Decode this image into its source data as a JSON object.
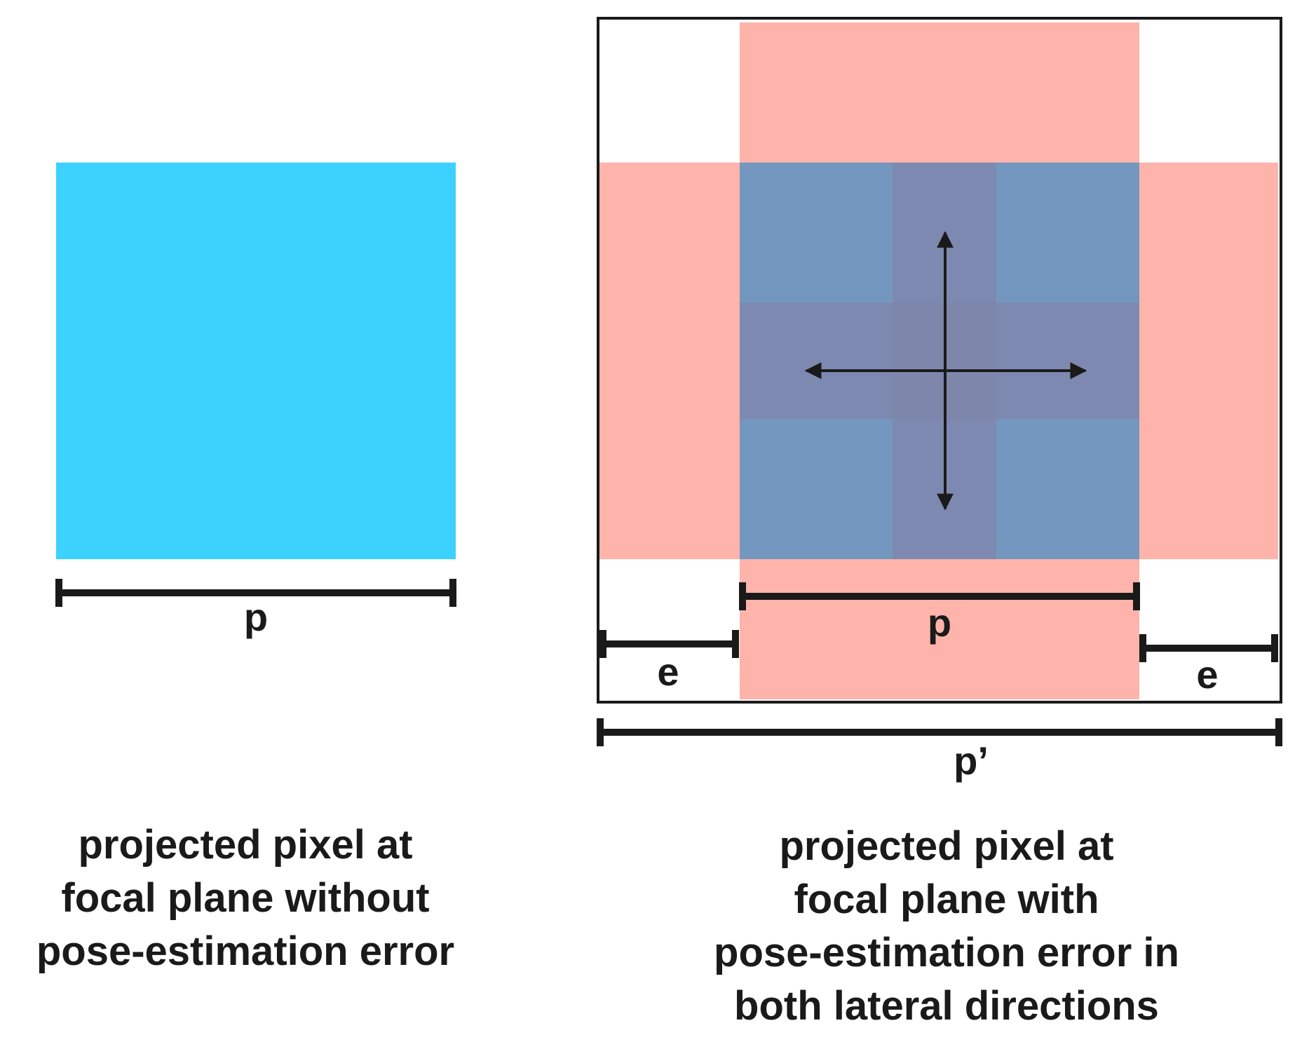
{
  "left_panel": {
    "pixel_label": "p",
    "caption_lines": [
      "projected pixel at",
      "focal plane without",
      "pose-estimation error"
    ]
  },
  "right_panel": {
    "pixel_label": "p",
    "error_label_left": "e",
    "error_label_right": "e",
    "total_label": "p’",
    "caption_lines": [
      "projected pixel at",
      "focal plane with",
      "pose-estimation error in",
      "both lateral directions"
    ]
  },
  "colors": {
    "pixel_fill": "#3dd1fe",
    "error_region_fill": "#feb4aa",
    "overlap_fill": "#7497bf",
    "center_overlap_fill": "#7d89b0",
    "line_color": "#1a1a1a"
  }
}
